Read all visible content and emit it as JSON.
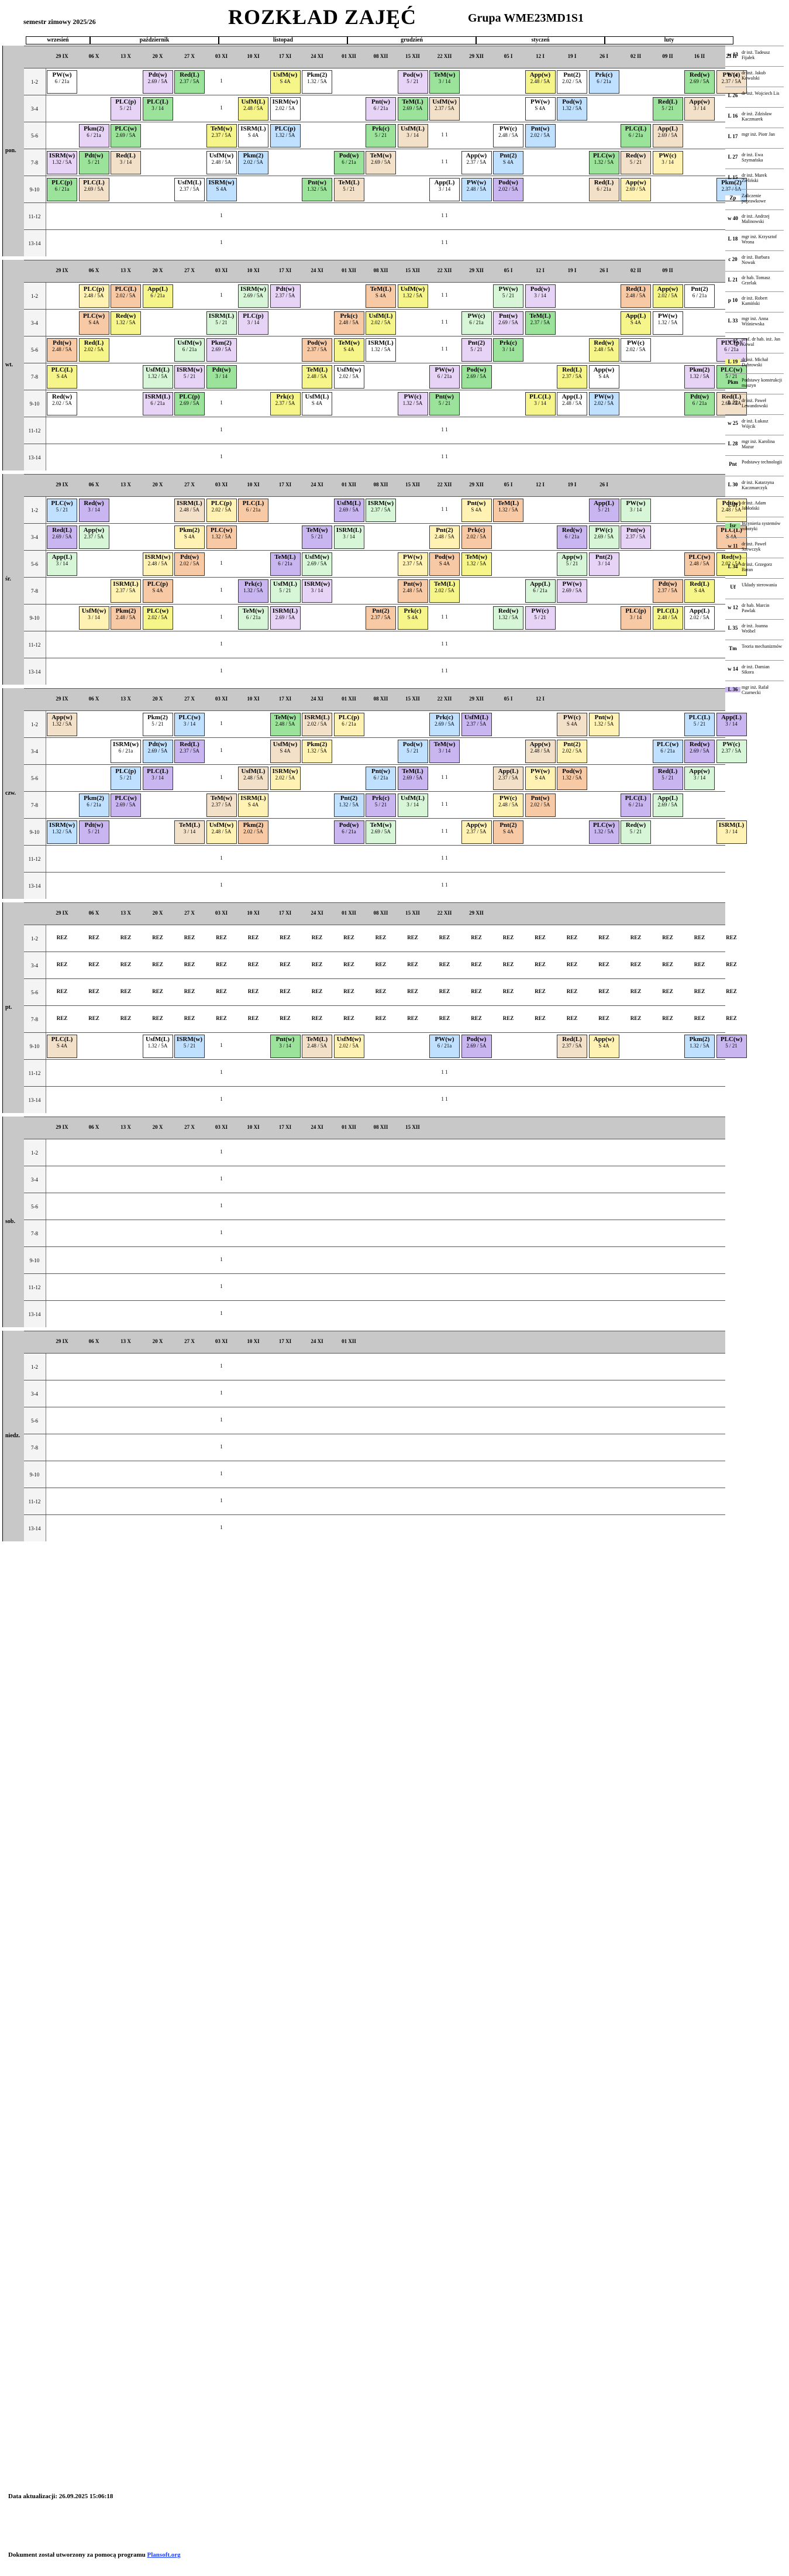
{
  "header": {
    "semester": "semestr zimowy 2025/26",
    "title": "ROZKŁAD ZAJĘĆ",
    "group": "Grupa WME23MD1S1"
  },
  "months": [
    "wrzesień",
    "październik",
    "listopad",
    "grudzień",
    "styczeń",
    "luty"
  ],
  "days": [
    "pon.",
    "wt.",
    "śr.",
    "czw.",
    "pt.",
    "sob.",
    "niedz."
  ],
  "hours": [
    "1-2",
    "3-4",
    "5-6",
    "7-8",
    "9-10",
    "11-12",
    "13-14"
  ],
  "week_dates": [
    "29 IX",
    "06 X",
    "13 X",
    "20 X",
    "27 X",
    "03 XI",
    "10 XI",
    "17 XI",
    "24 XI",
    "01 XII",
    "08 XII",
    "15 XII",
    "22 XII",
    "29 XII",
    "05 I",
    "12 I",
    "19 I",
    "26 I",
    "02 II",
    "09 II",
    "16 II",
    "23 II"
  ],
  "courses": {
    "PW": "PW(w)",
    "PWc": "PW(c)",
    "AppW": "App(w)",
    "AppL": "App(L)",
    "RedW": "Red(w)",
    "RedL": "Red(L)",
    "PLC": "PLC(L)",
    "PLCw": "PLC(w)",
    "Pdt": "Pdt(w)",
    "PLCp": "PLC(p)",
    "Pkm": "Pkm(2)",
    "Isr": "ISRM(w)",
    "IsrL": "ISRM(L)",
    "Uf": "UsfM(w)",
    "UfL": "UsfM(L)",
    "Term": "TeM(w)",
    "TermL": "TeM(L)",
    "Prk": "Prk(c)",
    "Pod": "Pod(w)",
    "Pnt": "Pnt(w)",
    "Pnt2": "Pnt(2)",
    "rez": "REZ",
    "one": "1",
    "ones": "1 1"
  },
  "rooms": [
    "6 / 21a",
    "2.37 / 5A",
    "1.32 / 5A",
    "3 / 14",
    "2.02 / 5A",
    "2.69 / 5A",
    "S 4A",
    "5 / 21",
    "2.48 / 5A"
  ],
  "legend": [
    {
      "code": "w 13",
      "text": "dr inż. Tadeusz Fijałek"
    },
    {
      "code": "L 14",
      "text": "dr inż. Jakub Kowalski"
    },
    {
      "code": "L 26",
      "text": "dr inż. Wojciech Lis"
    },
    {
      "code": "L 16",
      "text": "dr inż. Zdzisław Kaczmarek"
    },
    {
      "code": "L 17",
      "text": "mgr inż. Piotr Jan"
    },
    {
      "code": "L 27",
      "text": "dr inż. Ewa Szymańska"
    },
    {
      "code": "L 15",
      "text": "dr inż. Marek Zieliński"
    },
    {
      "code": "Zp",
      "text": "Zaliczenie poprawkowe"
    },
    {
      "code": "w 40",
      "text": "dr inż. Andrzej Malinowski"
    },
    {
      "code": "L 18",
      "text": "mgr inż. Krzysztof Wrona"
    },
    {
      "code": "c 20",
      "text": "dr inż. Barbara Nowak"
    },
    {
      "code": "L 21",
      "text": "dr hab. Tomasz Grzelak"
    },
    {
      "code": "p 10",
      "text": "dr inż. Robert Kamiński"
    },
    {
      "code": "L 33",
      "text": "mgr inż. Anna Wiśniewska"
    },
    {
      "code": "w 15",
      "text": "prof. dr hab. inż. Jan Kowal"
    },
    {
      "code": "L 19",
      "text": "dr inż. Michał Dąbrowski"
    },
    {
      "code": "Pkm",
      "text": "Podstawy konstrukcji maszyn"
    },
    {
      "code": "L 22",
      "text": "dr inż. Paweł Lewandowski"
    },
    {
      "code": "w 25",
      "text": "dr inż. Łukasz Wójcik"
    },
    {
      "code": "L 28",
      "text": "mgr inż. Karolina Mazur"
    },
    {
      "code": "Pnt",
      "text": "Podstawy technologii"
    },
    {
      "code": "L 30",
      "text": "dr inż. Katarzyna Kaczmarczyk"
    },
    {
      "code": "L 31",
      "text": "dr inż. Adam Jabłoński"
    },
    {
      "code": "Isr",
      "text": "Inżynieria systemów robotyki"
    },
    {
      "code": "w 11",
      "text": "dr inż. Paweł Szewczyk"
    },
    {
      "code": "L 34",
      "text": "dr inż. Grzegorz Baran"
    },
    {
      "code": "Uf",
      "text": "Układy sterowania"
    },
    {
      "code": "w 12",
      "text": "dr hab. Marcin Pawlak"
    },
    {
      "code": "L 35",
      "text": "dr inż. Joanna Wróbel"
    },
    {
      "code": "Tm",
      "text": "Teoria mechanizmów"
    },
    {
      "code": "w 14",
      "text": "dr inż. Damian Sikora"
    },
    {
      "code": "L 36",
      "text": "mgr inż. Rafał Czarnecki"
    }
  ],
  "footer": {
    "date": "Data aktualizacji: 26.09.2025 15:06:18",
    "generated_prefix": "Dokument został utworzony za pomocą programu ",
    "generated_link": "Plansoft.org"
  }
}
